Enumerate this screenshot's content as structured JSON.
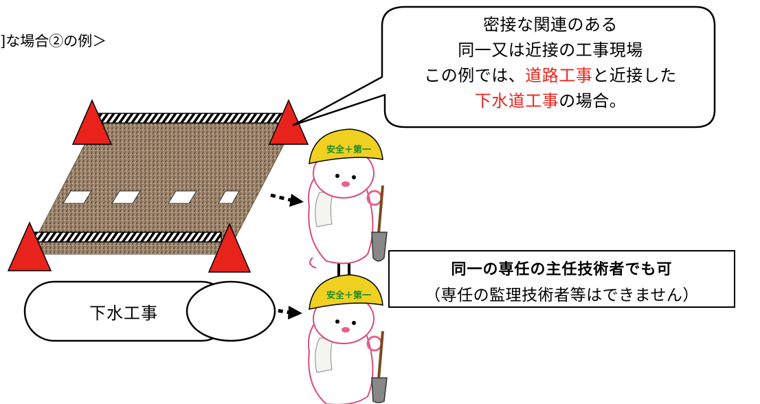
{
  "heading": "]な場合②の例＞",
  "callout": {
    "line1": "密接な関連のある",
    "line2": "同一又は近接の工事現場",
    "line3_prefix": "この例では、",
    "line3_red": "道路工事",
    "line3_suffix": "と近接した",
    "line4_red": "下水道工事",
    "line4_suffix": "の場合。"
  },
  "result": {
    "line1": "同一の専任の主任技術者でも可",
    "line2": "（専任の監理技術者等はできません）"
  },
  "pipe_label": "下水工事",
  "mascot_helmet_text": "安全＋第一",
  "colors": {
    "cone_red": "#e8231c",
    "road_brown": "#9a8169",
    "highlight_red": "#e8231c",
    "helmet_yellow": "#f0d020",
    "cross_green": "#1a8a2a"
  }
}
